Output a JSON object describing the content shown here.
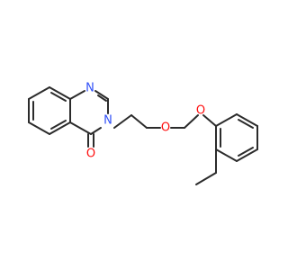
{
  "molecule": {
    "atoms": {
      "n1": "N",
      "n3": "N",
      "o_carbonyl": "O",
      "o_ether1": "O",
      "o_ether2": "O"
    },
    "colors": {
      "nitrogen": "#3050F8",
      "oxygen": "#FF0D0D",
      "bond": "#2b2b2b"
    }
  }
}
